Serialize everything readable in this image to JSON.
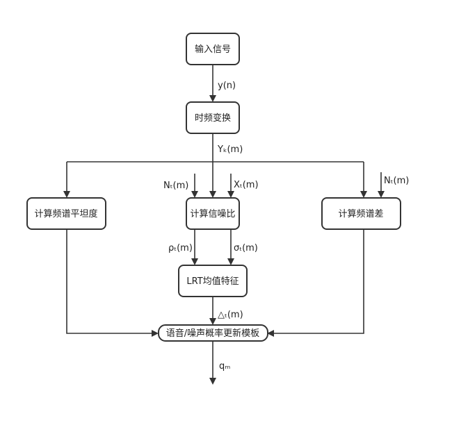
{
  "diagram": {
    "nodes": {
      "input": "输入信号",
      "tf": "时频变换",
      "flat": "计算频谱平坦度",
      "snr": "计算信噪比",
      "diff": "计算频谱差",
      "lrt": "LRT均值特征",
      "prob": "语音/噪声概率更新模板"
    },
    "labels": {
      "yn": "y(n)",
      "Yk": "Yₖ(m)",
      "Nt1": "Nₜ(m)",
      "Xt": "Xₜ(m)",
      "Nt2": "Nₜ(m)",
      "rho": "ρₜ(m)",
      "sigma": "σₜ(m)",
      "delta": "△ₜ(m)",
      "qm": "qₘ"
    }
  }
}
